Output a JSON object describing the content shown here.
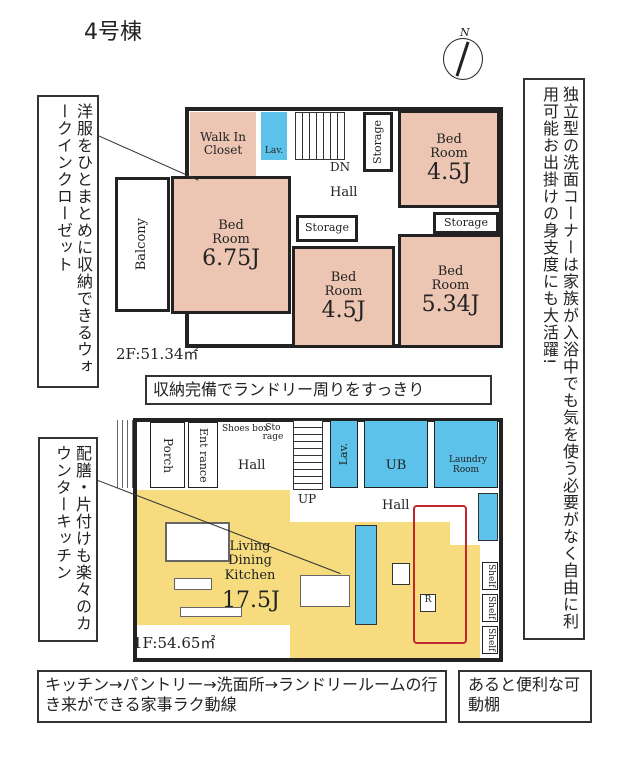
{
  "title": "4号棟",
  "compass": {
    "label": "N"
  },
  "floor2": {
    "area_label": "2F:51.34㎡",
    "rooms": {
      "wic": "Walk In Closet",
      "lav": "Lav.",
      "dn": "DN",
      "hall": "Hall",
      "storage_v": "Storage",
      "storage_mid": "Storage",
      "storage_right": "Storage",
      "balcony": "Balcony",
      "bed_main": {
        "name": "Bed Room",
        "size": "6.75J"
      },
      "bed_top_right": {
        "name": "Bed Room",
        "size": "4.5J"
      },
      "bed_mid": {
        "name": "Bed Room",
        "size": "4.5J"
      },
      "bed_right": {
        "name": "Bed Room",
        "size": "5.34J"
      }
    }
  },
  "floor1": {
    "area_label": "1F:54.65㎡",
    "rooms": {
      "porch": "Porch",
      "entrance": "Ent rance",
      "shoes": "Shoes box",
      "storage": "Sto rage",
      "hall": "Hall",
      "up": "UP",
      "lav": "Lav.",
      "ub": "UB",
      "laundry": "Laundry Room",
      "hall2": "Hall",
      "ldk": {
        "name": "Living Dining Kitchen",
        "size": "17.5J"
      },
      "shelves": [
        "Shelf",
        "Shelf",
        "Shelf"
      ],
      "fridge": "R"
    }
  },
  "callouts": {
    "wic_note": "洋服をひとまとめに収納できるウォークインクローゼット",
    "washroom_note": "独立型の洗面コーナーは家族が入浴中でも気を使う必要がなく自由に利用可能お出掛けの身支度にも大活躍!",
    "laundry_note": "収納完備でランドリー周りをすっきり",
    "kitchen_note": "配膳・片付けも楽々のカウンターキッチン",
    "flow_note": "キッチン→パントリー→洗面所→ランドリールームの行き来ができる家事ラク動線",
    "shelf_note": "あると便利な可動棚"
  },
  "colors": {
    "bedroom": "#ecc5b3",
    "ldk": "#f6dc7e",
    "water": "#5cc2ea",
    "flow": "#c0282d"
  }
}
